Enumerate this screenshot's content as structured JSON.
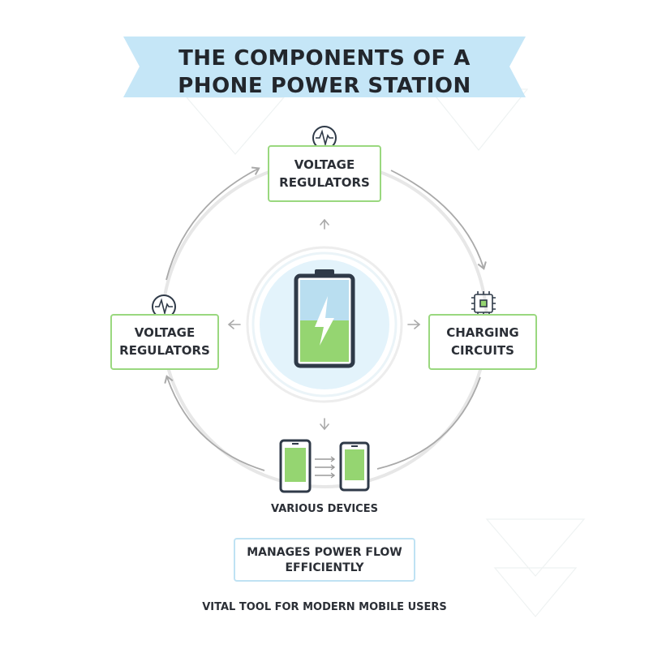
{
  "title": "THE COMPONENTS OF A PHONE POWER STATION",
  "center": {
    "name": "battery",
    "icon": "battery-icon"
  },
  "nodes": [
    {
      "position": "top",
      "label": "VOLTAGE REGULATORS",
      "icon": "waveform-icon"
    },
    {
      "position": "left",
      "label": "VOLTAGE REGULATORS",
      "icon": "waveform-icon"
    },
    {
      "position": "right",
      "label": "CHARGING CIRCUITS",
      "icon": "chip-icon"
    },
    {
      "position": "bottom",
      "label": "VARIOUS DEVICES",
      "icon": "phone-transfer-icon"
    }
  ],
  "info_box": {
    "text": "MANAGES POWER FLOW EFFICIENTLY"
  },
  "footer": "VITAL TOOL FOR MODERN MOBILE USERS",
  "colors": {
    "banner": "#c5e6f7",
    "green_accent": "#8fd476",
    "blue_accent": "#bfe2f3",
    "text": "#2b2f36",
    "connector": "#bcbcbc"
  }
}
